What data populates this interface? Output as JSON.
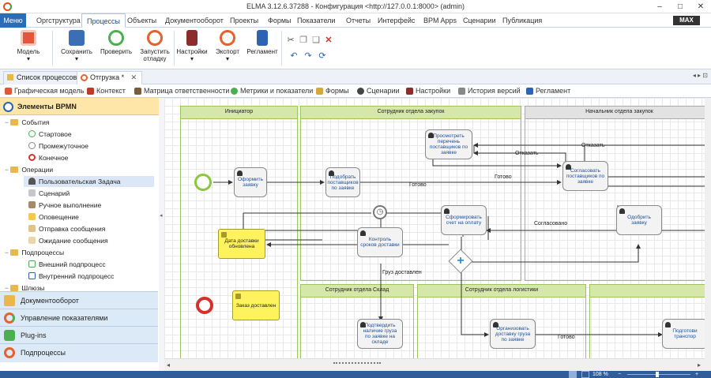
{
  "window": {
    "title": "ELMA 3.12.6.37288 - Конфигурация <http://127.0.0.1:8000> (admin)"
  },
  "menu": {
    "button": "Меню",
    "tabs": [
      "Оргструктура",
      "Процессы",
      "Объекты",
      "Документооборот",
      "Проекты",
      "Формы",
      "Показатели",
      "Отчеты",
      "Интерфейс",
      "BPM Apps",
      "Сценарии",
      "Публикация"
    ],
    "active_tab": "Процессы",
    "brand": "MAX"
  },
  "ribbon": {
    "buttons": [
      {
        "label": "Модель",
        "icon": "model-icon"
      },
      {
        "label": "Сохранить",
        "icon": "save-icon"
      },
      {
        "label": "Проверить",
        "icon": "check-icon"
      },
      {
        "label": "Запустить отладку",
        "icon": "debug-icon"
      },
      {
        "label": "Настройки",
        "icon": "settings-icon"
      },
      {
        "label": "Экспорт",
        "icon": "export-icon"
      },
      {
        "label": "Регламент",
        "icon": "regulation-icon"
      }
    ],
    "small": [
      "cut-icon",
      "copy-icon",
      "paste-icon",
      "delete-icon",
      "undo-icon",
      "redo-icon",
      "refresh-icon"
    ]
  },
  "doc_tabs": [
    {
      "label": "Список процессов"
    },
    {
      "label": "Отгрузка *"
    }
  ],
  "sub_tabs": [
    "Графическая модель",
    "Контекст",
    "Матрица ответственности",
    "Метрики и показатели",
    "Формы",
    "Сценарии",
    "Настройки",
    "История версий",
    "Регламент"
  ],
  "left_panel": {
    "title": "Элементы BPMN",
    "tree": [
      {
        "label": "События",
        "level": 0,
        "type": "folder"
      },
      {
        "label": "Стартовое",
        "level": 1,
        "type": "start"
      },
      {
        "label": "Промежуточное",
        "level": 1,
        "type": "intermediate"
      },
      {
        "label": "Конечное",
        "level": 1,
        "type": "end"
      },
      {
        "label": "Операции",
        "level": 0,
        "type": "folder"
      },
      {
        "label": "Пользовательская Задача",
        "level": 1,
        "type": "user"
      },
      {
        "label": "Сценарий",
        "level": 1,
        "type": "script"
      },
      {
        "label": "Ручное выполнение",
        "level": 1,
        "type": "manual"
      },
      {
        "label": "Оповещение",
        "level": 1,
        "type": "notify"
      },
      {
        "label": "Отправка сообщения",
        "level": 1,
        "type": "send"
      },
      {
        "label": "Ожидание сообщения",
        "level": 1,
        "type": "wait"
      },
      {
        "label": "Подпроцессы",
        "level": 0,
        "type": "folder"
      },
      {
        "label": "Внешний подпроцесс",
        "level": 1,
        "type": "ext"
      },
      {
        "label": "Внутренний подпроцесс",
        "level": 1,
        "type": "int"
      },
      {
        "label": "Шлюзы",
        "level": 0,
        "type": "folder"
      }
    ],
    "nav": [
      "Документооборот",
      "Управление показателями",
      "Plug-ins",
      "Подпроцессы"
    ]
  },
  "diagram": {
    "lanes": [
      "Инициатор",
      "Сотрудник отдела закупок",
      "Начальник отдела закупок",
      "Сотрудник отдела Склад",
      "Сотрудник отдела логистики"
    ],
    "tasks": [
      "Оформить заявку",
      "Подобрать поставщиков по заявке",
      "Просмотреть перечень поставщиков по заявке",
      "Согласовать поставщиков по заявке",
      "Сформировать счет на оплату",
      "Одобрить заявку",
      "Контроль сроков доставки",
      "Подтвердить наличие груза по заявке на складе",
      "Организовать доставку груза по заявке",
      "Подготови транспор"
    ],
    "notes": [
      "Дата доставки обновлена",
      "Заказ доставлен"
    ],
    "flows": [
      "Отказать",
      "Отказать",
      "Готово",
      "Готово",
      "Согласовано",
      "Груз доставлен",
      "Готово"
    ]
  },
  "status": {
    "zoom": "108 %"
  }
}
